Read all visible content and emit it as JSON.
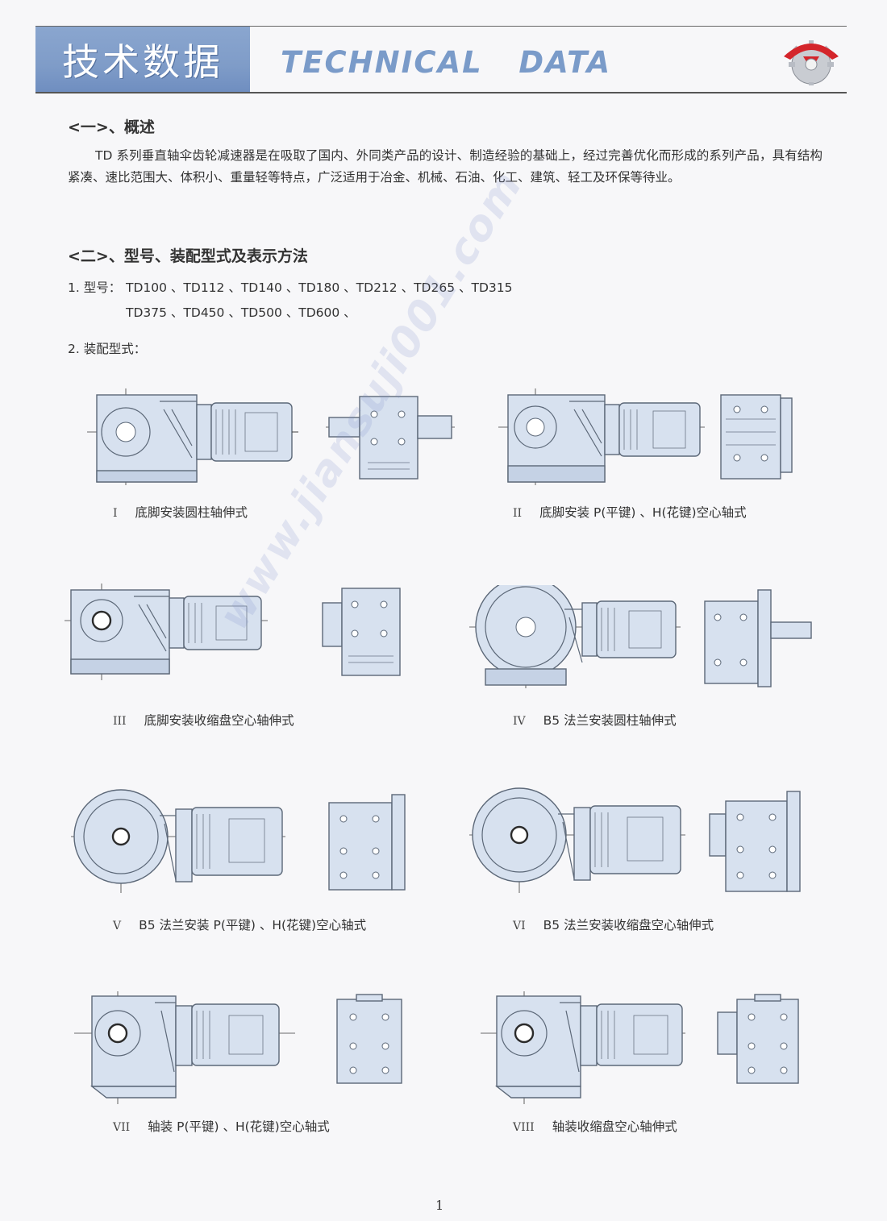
{
  "header": {
    "title_cn": "技术数据",
    "title_en": "TECHNICAL   DATA",
    "logo_icon": "gear-arc-logo-icon"
  },
  "section1": {
    "title": "<一>、概述",
    "paragraph": "TD 系列垂直轴伞齿轮减速器是在吸取了国内、外同类产品的设计、制造经验的基础上，经过完善优化而形成的系列产品，具有结构紧凑、速比范围大、体积小、重量轻等特点，广泛适用于冶金、机械、石油、化工、建筑、轻工及环保等待业。"
  },
  "section2": {
    "title": "<二>、型号、装配型式及表示方法",
    "models_label": "1. 型号：",
    "models_line1": "TD100 、TD112 、TD140 、TD180 、TD212 、TD265 、TD315",
    "models_line2": "TD375 、TD450 、TD500 、TD600 、",
    "assembly_label": "2. 装配型式："
  },
  "figures": [
    {
      "num": "I",
      "caption": "底脚安装圆柱轴伸式"
    },
    {
      "num": "II",
      "caption": "底脚安装 P(平键) 、H(花键)空心轴式"
    },
    {
      "num": "III",
      "caption": "底脚安装收缩盘空心轴伸式"
    },
    {
      "num": "IV",
      "caption": "B5 法兰安装圆柱轴伸式"
    },
    {
      "num": "V",
      "caption": "B5 法兰安装 P(平键) 、H(花键)空心轴式"
    },
    {
      "num": "VI",
      "caption": "B5 法兰安装收缩盘空心轴伸式"
    },
    {
      "num": "VII",
      "caption": "轴装 P(平键) 、H(花键)空心轴式"
    },
    {
      "num": "VIII",
      "caption": "轴装收缩盘空心轴伸式"
    }
  ],
  "watermark": "www.jiansuji001.com",
  "page_number": "1"
}
